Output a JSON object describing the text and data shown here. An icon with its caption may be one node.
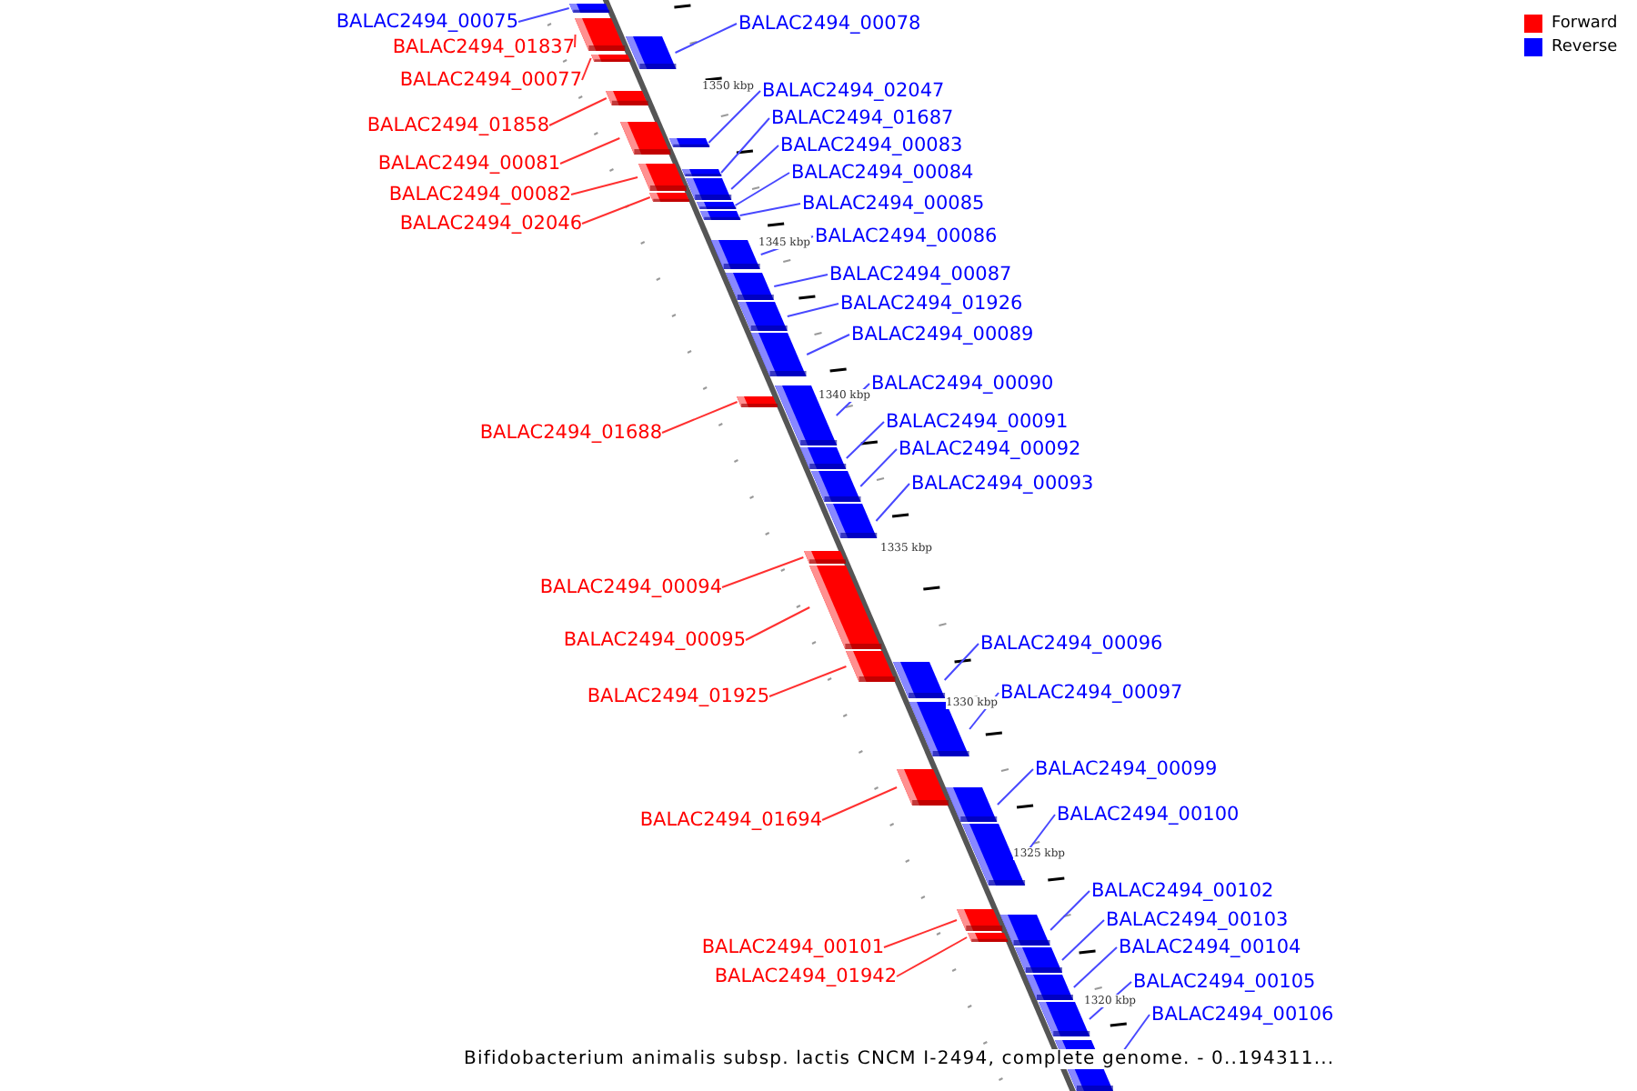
{
  "diagram": {
    "caption": "Bifidobacterium animalis subsp. lactis CNCM I-2494, complete genome. - 0..194311...",
    "nodes": [
      {
        "text": [
          "BALAC2494_00075"
        ]
      },
      {
        "text": [],
        "shape": "bar"
      },
      {
        "text": [
          "BALAC2494_00078"
        ]
      },
      {
        "text": [],
        "shape": "bar"
      },
      {
        "text": [
          "BALAC2494_01837"
        ]
      },
      {
        "text": [],
        "shape": "bar"
      },
      {
        "text": [
          "BALAC2494_00077"
        ]
      },
      {
        "text": [],
        "shape": "bar"
      },
      {
        "text": [
          "BALAC2494_02047"
        ]
      },
      {
        "text": [],
        "shape": "bar"
      },
      {
        "text": [
          "BALAC2494_01687"
        ]
      },
      {
        "text": [],
        "shape": "bar"
      },
      {
        "text": [
          "BALAC2494_01858"
        ]
      },
      {
        "text": [],
        "shape": "bar"
      },
      {
        "text": [
          "BALAC2494_00083"
        ]
      },
      {
        "text": [],
        "shape": "bar"
      },
      {
        "text": [
          "BALAC2494_00081"
        ]
      },
      {
        "text": [],
        "shape": "bar"
      },
      {
        "text": [
          "BALAC2494_00084"
        ]
      },
      {
        "text": [],
        "shape": "bar"
      },
      {
        "text": [
          "BALAC2494_00082"
        ]
      },
      {
        "text": [],
        "shape": "bar"
      },
      {
        "text": [
          "BALAC2494_00085"
        ]
      },
      {
        "text": [],
        "shape": "bar"
      },
      {
        "text": [
          "BALAC2494_02046"
        ]
      },
      {
        "text": [],
        "shape": "bar"
      },
      {
        "text": [
          "BALAC2494_00086"
        ]
      },
      {
        "text": [],
        "shape": "bar"
      },
      {
        "text": [
          "BALAC2494_00087"
        ]
      },
      {
        "text": [],
        "shape": "bar"
      },
      {
        "text": [
          "BALAC2494_01926"
        ]
      },
      {
        "text": [],
        "shape": "bar"
      },
      {
        "text": [
          "BALAC2494_00089"
        ]
      },
      {
        "text": [],
        "shape": "bar"
      },
      {
        "text": [
          "BALAC2494_00090"
        ]
      },
      {
        "text": [],
        "shape": "bar"
      },
      {
        "text": [
          "BALAC2494_00091"
        ]
      },
      {
        "text": [],
        "shape": "bar"
      },
      {
        "text": [
          "BALAC2494_01688"
        ]
      },
      {
        "text": [],
        "shape": "bar"
      },
      {
        "text": [
          "BALAC2494_00092"
        ]
      },
      {
        "text": [],
        "shape": "bar"
      },
      {
        "text": [
          "BALAC2494_00093"
        ]
      },
      {
        "text": [],
        "shape": "bar"
      },
      {
        "text": [
          "BALAC2494_00094"
        ]
      },
      {
        "text": [],
        "shape": "bar"
      },
      {
        "text": [
          "BALAC2494_00095"
        ]
      },
      {
        "text": [],
        "shape": "bar"
      },
      {
        "text": [
          "BALAC2494_00096"
        ]
      },
      {
        "text": [],
        "shape": "bar"
      },
      {
        "text": [
          "BALAC2494_00097"
        ]
      },
      {
        "text": [],
        "shape": "bar"
      },
      {
        "text": [
          "BALAC2494_01925"
        ]
      },
      {
        "text": [],
        "shape": "bar"
      },
      {
        "text": [
          "BALAC2494_00099"
        ]
      },
      {
        "text": [],
        "shape": "bar"
      },
      {
        "text": [
          "BALAC2494_00100"
        ]
      },
      {
        "text": [],
        "shape": "bar"
      },
      {
        "text": [
          "BALAC2494_01694"
        ]
      },
      {
        "text": [],
        "shape": "bar"
      },
      {
        "text": [
          "BALAC2494_00102"
        ]
      },
      {
        "text": [],
        "shape": "bar"
      },
      {
        "text": [
          "BALAC2494_00103"
        ]
      },
      {
        "text": [],
        "shape": "bar"
      },
      {
        "text": [
          "BALAC2494_00101"
        ]
      },
      {
        "text": [],
        "shape": "bar"
      },
      {
        "text": [
          "BALAC2494_00104"
        ]
      },
      {
        "text": [],
        "shape": "bar"
      },
      {
        "text": [
          "BALAC2494_01942"
        ]
      },
      {
        "text": [],
        "shape": "bar"
      },
      {
        "text": [
          "BALAC2494_00105"
        ]
      },
      {
        "text": [],
        "shape": "bar"
      },
      {
        "text": [
          "BALAC2494_00106"
        ]
      },
      {
        "text": [],
        "shape": "bar"
      }
    ],
    "edges": [
      {
        "from": 0,
        "to": 1,
        "arrow": "none"
      },
      {
        "from": 2,
        "to": 3,
        "arrow": "none"
      },
      {
        "from": 4,
        "to": 5,
        "arrow": "none",
        "color": "#ff3030"
      },
      {
        "from": 6,
        "to": 7,
        "arrow": "none",
        "color": "#ff3030"
      },
      {
        "from": 8,
        "to": 9,
        "arrow": "none"
      },
      {
        "from": 10,
        "to": 11,
        "arrow": "none"
      },
      {
        "from": 12,
        "to": 13,
        "arrow": "none",
        "color": "#ff3030"
      },
      {
        "from": 14,
        "to": 15,
        "arrow": "none"
      },
      {
        "from": 16,
        "to": 17,
        "arrow": "none",
        "color": "#ff3030"
      },
      {
        "from": 18,
        "to": 19,
        "arrow": "none"
      },
      {
        "from": 20,
        "to": 21,
        "arrow": "none",
        "color": "#ff3030"
      },
      {
        "from": 22,
        "to": 23,
        "arrow": "none"
      },
      {
        "from": 24,
        "to": 25,
        "arrow": "none",
        "color": "#ff3030"
      },
      {
        "from": 26,
        "to": 27,
        "arrow": "none"
      },
      {
        "from": 28,
        "to": 29,
        "arrow": "none"
      },
      {
        "from": 30,
        "to": 31,
        "arrow": "none"
      },
      {
        "from": 32,
        "to": 33,
        "arrow": "none"
      },
      {
        "from": 34,
        "to": 35,
        "arrow": "none"
      },
      {
        "from": 36,
        "to": 37,
        "arrow": "none"
      },
      {
        "from": 38,
        "to": 39,
        "arrow": "none",
        "color": "#ff3030"
      },
      {
        "from": 40,
        "to": 41,
        "arrow": "none"
      },
      {
        "from": 42,
        "to": 43,
        "arrow": "none"
      },
      {
        "from": 44,
        "to": 45,
        "arrow": "none",
        "color": "#ff3030"
      },
      {
        "from": 46,
        "to": 47,
        "arrow": "none",
        "color": "#ff3030"
      },
      {
        "from": 48,
        "to": 49,
        "arrow": "none"
      },
      {
        "from": 50,
        "to": 51,
        "arrow": "none"
      },
      {
        "from": 52,
        "to": 53,
        "arrow": "none",
        "color": "#ff3030"
      },
      {
        "from": 54,
        "to": 55,
        "arrow": "none"
      },
      {
        "from": 56,
        "to": 57,
        "arrow": "none"
      },
      {
        "from": 58,
        "to": 59,
        "arrow": "none",
        "color": "#ff3030"
      },
      {
        "from": 60,
        "to": 61,
        "arrow": "none"
      },
      {
        "from": 62,
        "to": 63,
        "arrow": "none"
      },
      {
        "from": 64,
        "to": 65,
        "arrow": "none",
        "color": "#ff3030"
      },
      {
        "from": 66,
        "to": 67,
        "arrow": "none"
      },
      {
        "from": 68,
        "to": 69,
        "arrow": "none",
        "color": "#ff3030"
      },
      {
        "from": 70,
        "to": 71,
        "arrow": "none"
      },
      {
        "from": 72,
        "to": 73,
        "arrow": "none"
      }
    ],
    "labels": [
      "1350 kbp",
      "1345 kbp",
      "1340 kbp",
      "1335 kbp",
      "1330 kbp",
      "1325 kbp",
      "1320 kbp"
    ],
    "legend": [
      {
        "text": "Forward",
        "color": "#ff0000"
      },
      {
        "text": "Reverse",
        "color": "#0000ff"
      }
    ]
  }
}
